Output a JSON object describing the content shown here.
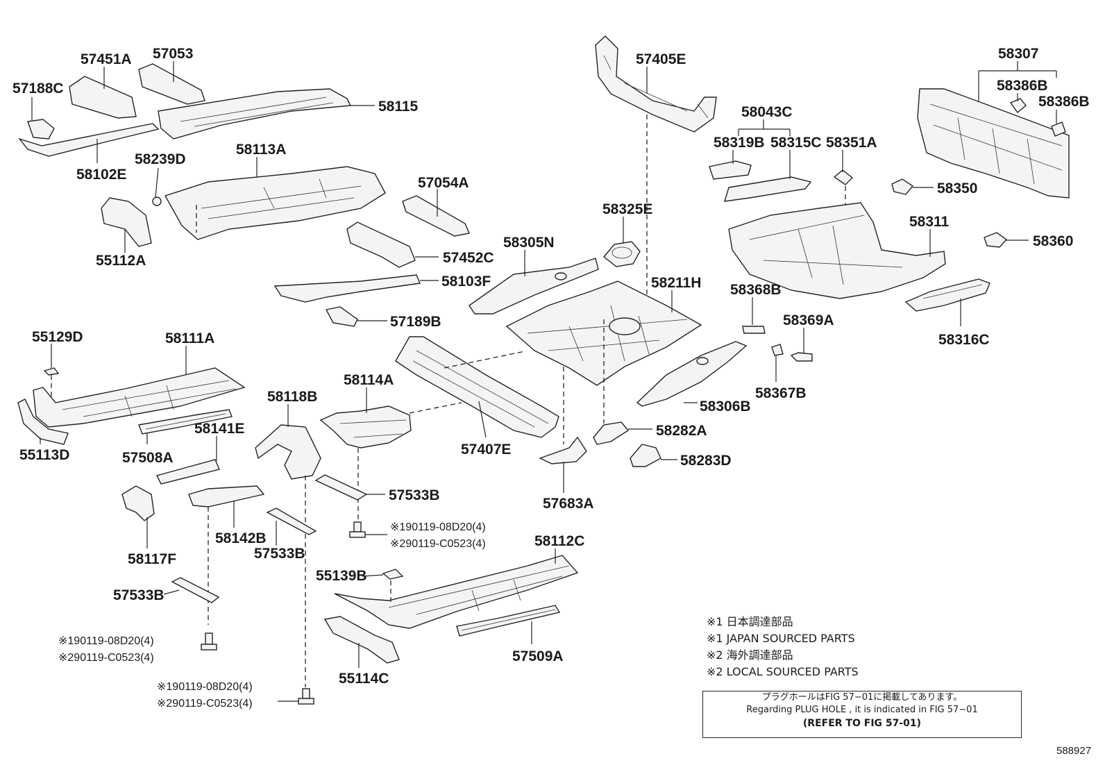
{
  "labels": {
    "p57188C": "57188C",
    "p57451A": "57451A",
    "p57053": "57053",
    "p58115": "58115",
    "p58102E": "58102E",
    "p58239D": "58239D",
    "p58113A": "58113A",
    "p55112A": "55112A",
    "p57054A": "57054A",
    "p57452C": "57452C",
    "p58103F": "58103F",
    "p57189B": "57189B",
    "p58305N": "58305N",
    "p58325E": "58325E",
    "p57405E": "57405E",
    "p58211H": "58211H",
    "p58043C": "58043C",
    "p58319B": "58319B",
    "p58315C": "58315C",
    "p58351A": "58351A",
    "p58307": "58307",
    "p58386B_a": "58386B",
    "p58386B_b": "58386B",
    "p58350": "58350",
    "p58311": "58311",
    "p58360": "58360",
    "p58316C": "58316C",
    "p58368B": "58368B",
    "p58369A": "58369A",
    "p58367B": "58367B",
    "p58306B": "58306B",
    "p58282A": "58282A",
    "p58283D": "58283D",
    "p57683A": "57683A",
    "p57407E": "57407E",
    "p58114A": "58114A",
    "p55129D": "55129D",
    "p58111A": "58111A",
    "p55113D": "55113D",
    "p58118B": "58118B",
    "p58141E": "58141E",
    "p57508A": "57508A",
    "p57533B_a": "57533B",
    "p57533B_b": "57533B",
    "p57533B_c": "57533B",
    "p58117F": "58117F",
    "p58142B": "58142B",
    "p58112C": "58112C",
    "p55139B": "55139B",
    "p55114C": "55114C",
    "p57509A": "57509A"
  },
  "bolt_notes": {
    "a_line1": "※190119-08D20(4)",
    "a_line2": "※290119-C0523(4)",
    "b_line1": "※190119-08D20(4)",
    "b_line2": "※290119-C0523(4)",
    "c_line1": "※190119-08D20(4)",
    "c_line2": "※290119-C0523(4)"
  },
  "notes": [
    "※1 日本調達部品",
    "※1 JAPAN SOURCED PARTS",
    "※2 海外調達部品",
    "※2 LOCAL SOURCED PARTS"
  ],
  "reference_box": {
    "line1": "プラグホールはFIG 57−01に掲載してあります。",
    "line2": "Regarding  PLUG  HOLE , it is indicated in FIG  57−01",
    "line3": "(REFER TO FIG 57-01)"
  },
  "figure_code": "588927"
}
